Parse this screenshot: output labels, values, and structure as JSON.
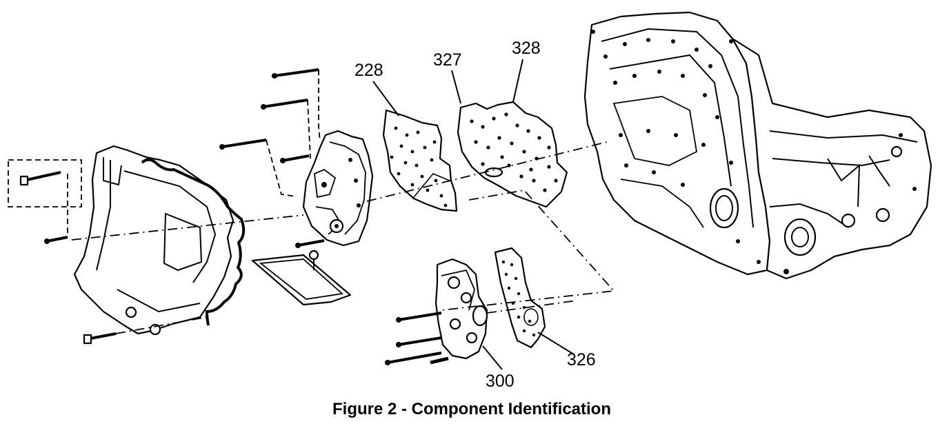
{
  "figure": {
    "caption": "Figure 2 - Component Identification",
    "callouts": [
      "228",
      "327",
      "328",
      "300",
      "326"
    ]
  },
  "colors": {
    "ink": "#000000",
    "paper": "#ffffff"
  }
}
